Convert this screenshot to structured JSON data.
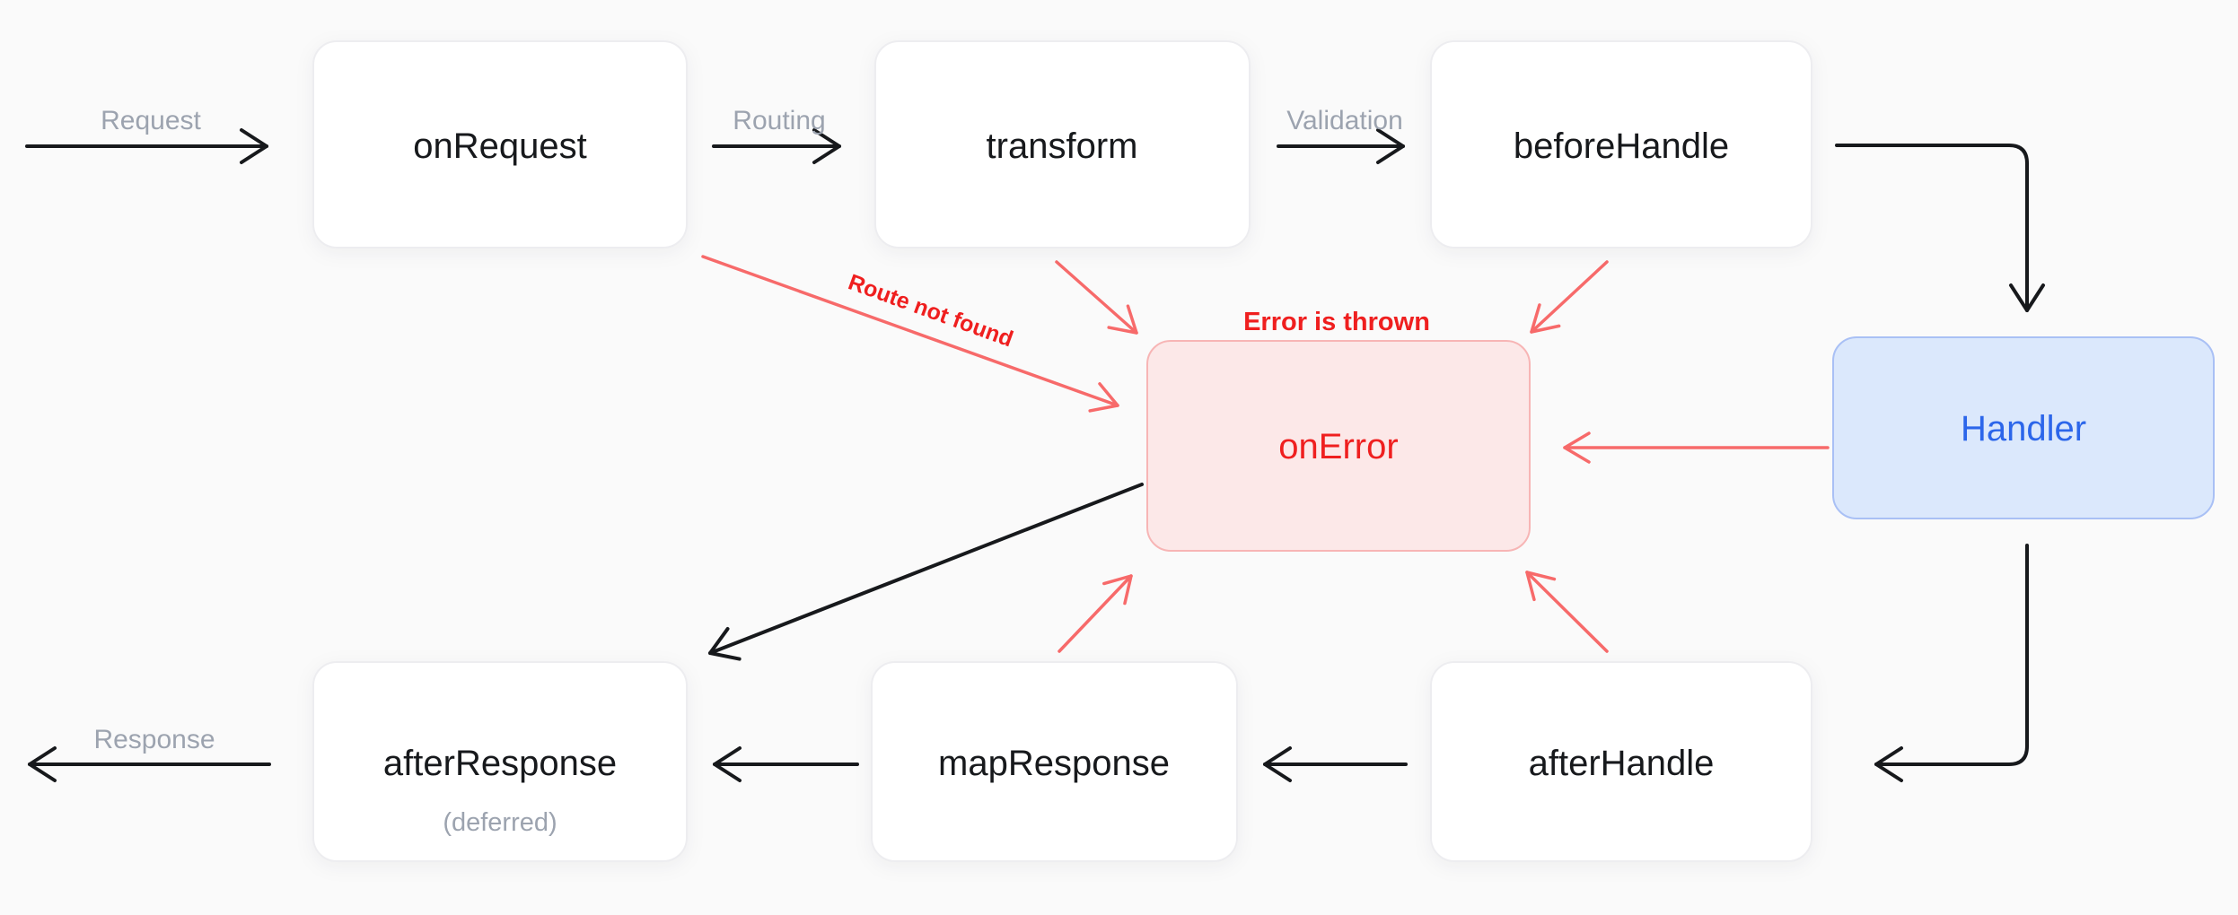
{
  "diagram": {
    "nodes": {
      "onRequest": {
        "label": "onRequest"
      },
      "transform": {
        "label": "transform"
      },
      "beforeHandle": {
        "label": "beforeHandle"
      },
      "handler": {
        "label": "Handler"
      },
      "onError": {
        "label": "onError"
      },
      "afterResponse": {
        "label": "afterResponse",
        "sublabel": "(deferred)"
      },
      "mapResponse": {
        "label": "mapResponse"
      },
      "afterHandle": {
        "label": "afterHandle"
      }
    },
    "edge_labels": {
      "request": "Request",
      "routing": "Routing",
      "validation": "Validation",
      "response": "Response"
    },
    "annotations": {
      "error_is_thrown": "Error is thrown",
      "route_not_found": "Route not found"
    },
    "colors": {
      "background": "#fafafa",
      "node_fill": "#ffffff",
      "node_border": "#ededf0",
      "node_text": "#17191c",
      "edge_black": "#17191c",
      "edge_red": "#f76a6a",
      "muted_label": "#9ca3af",
      "error_fill": "#fce8e8",
      "error_border": "#f7b5b5",
      "error_text": "#ef1f1f",
      "handler_fill": "#dbe8fc",
      "handler_border": "#a9c0f5",
      "handler_text": "#2c66ea"
    }
  }
}
